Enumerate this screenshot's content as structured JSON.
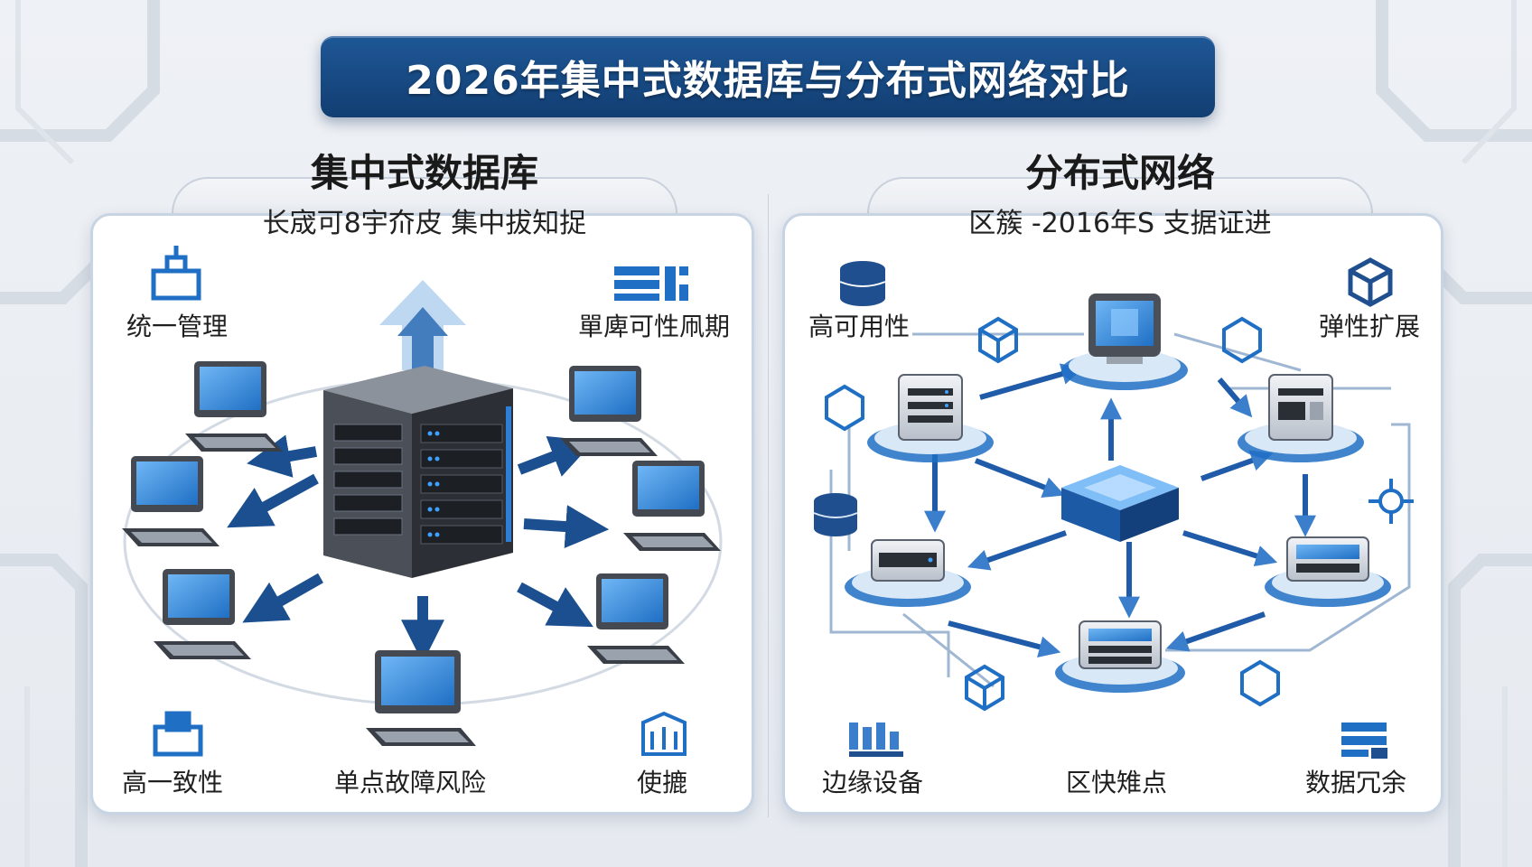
{
  "title": "2026年集中式数据库与分布式网络对比",
  "colors": {
    "banner": "#1a4b86",
    "accent_blue": "#1f6fc4",
    "arrow_blue": "#1b4f8f",
    "screen_blue": "#3d8fe0"
  },
  "left_panel": {
    "title": "集中式数据库",
    "subtitle": "长宬可8宇夼皮 集中拔知捉",
    "labels": {
      "top_left": "统一管理",
      "top_right": "單庳可性凧期",
      "bottom_left": "高一致性",
      "bottom_center": "单点故障风险",
      "bottom_right": "使摝"
    },
    "icons": {
      "top_left": "management-icon",
      "top_right": "dashboard-icon",
      "bottom_left": "consistency-icon",
      "bottom_right": "building-icon"
    }
  },
  "right_panel": {
    "title": "分布式网络",
    "subtitle": "区簇 -2016年S 支据证进",
    "labels": {
      "top_left": "高可用性",
      "top_right": "弹性扩展",
      "bottom_left": "边缘设备",
      "bottom_center": "区快雉点",
      "bottom_right": "数据冗余"
    },
    "icons": {
      "top_left": "database-icon",
      "top_right": "cube-icon",
      "bottom_left": "grid-icon",
      "bottom_right": "storage-icon"
    }
  }
}
